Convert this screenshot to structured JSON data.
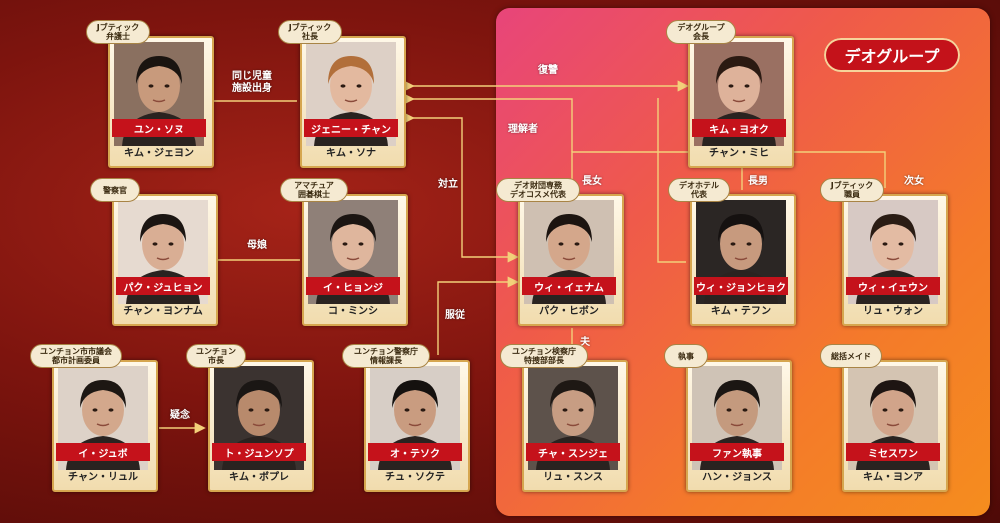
{
  "group_label": "デオグループ",
  "characters": [
    {
      "id": "yun",
      "role": "ユン・ソヌ",
      "actor": "キム・ジェヨン",
      "badge": [
        "Jブティック",
        "弁護士"
      ]
    },
    {
      "id": "jenny",
      "role": "ジェニー・チャン",
      "actor": "キム・ソナ",
      "badge": [
        "Jブティック",
        "社長"
      ]
    },
    {
      "id": "kimyo",
      "role": "キム・ヨオク",
      "actor": "チャン・ミヒ",
      "badge": [
        "デオグループ",
        "会長"
      ]
    },
    {
      "id": "park",
      "role": "パク・ジュヒョン",
      "actor": "チャン・ヨンナム",
      "badge": [
        "警察官"
      ]
    },
    {
      "id": "yi",
      "role": "イ・ヒョンジ",
      "actor": "コ・ミンシ",
      "badge": [
        "アマチュア",
        "囲碁棋士"
      ]
    },
    {
      "id": "wiyn",
      "role": "ウィ・イェナム",
      "actor": "パク・ヒボン",
      "badge": [
        "デオ財団専務",
        "デオコスメ代表"
      ]
    },
    {
      "id": "wijh",
      "role": "ウィ・ジョンヒョク",
      "actor": "キム・テフン",
      "badge": [
        "デオホテル",
        "代表"
      ]
    },
    {
      "id": "wiye",
      "role": "ウィ・イェウン",
      "actor": "リュ・ウォン",
      "badge": [
        "Jブティック",
        "職員"
      ]
    },
    {
      "id": "ijubo",
      "role": "イ・ジュボ",
      "actor": "チャン・リュル",
      "badge": [
        "ユンチョン市市議会",
        "都市計画委員"
      ]
    },
    {
      "id": "todo",
      "role": "ト・ジュンソプ",
      "actor": "キム・ボプレ",
      "badge": [
        "ユンチョン",
        "市長"
      ]
    },
    {
      "id": "oh",
      "role": "オ・テソク",
      "actor": "チュ・ソクテ",
      "badge": [
        "ユンチョン警察庁",
        "情報課長"
      ]
    },
    {
      "id": "cha",
      "role": "チャ・スンジェ",
      "actor": "リュ・スンス",
      "badge": [
        "ユンチョン検察庁",
        "特捜部部長"
      ]
    },
    {
      "id": "fan",
      "role": "ファン執事",
      "actor": "ハン・ジョンス",
      "badge": [
        "執事"
      ]
    },
    {
      "id": "mise",
      "role": "ミセスワン",
      "actor": "キム・ヨンア",
      "badge": [
        "総括メイド"
      ]
    }
  ],
  "relations": [
    {
      "id": "r1",
      "label": [
        "同じ児童",
        "施設出身"
      ]
    },
    {
      "id": "r2",
      "label": [
        "復讐"
      ]
    },
    {
      "id": "r3",
      "label": [
        "理解者"
      ]
    },
    {
      "id": "r4",
      "label": [
        "対立"
      ]
    },
    {
      "id": "r5",
      "label": [
        "長女"
      ]
    },
    {
      "id": "r6",
      "label": [
        "長男"
      ]
    },
    {
      "id": "r7",
      "label": [
        "次女"
      ]
    },
    {
      "id": "r8",
      "label": [
        "母娘"
      ]
    },
    {
      "id": "r9",
      "label": [
        "服従"
      ]
    },
    {
      "id": "r10",
      "label": [
        "夫"
      ]
    },
    {
      "id": "r11",
      "label": [
        "疑念"
      ]
    }
  ],
  "colors": {
    "role_bar": "#c5121b",
    "line": "#f3d07a",
    "group_panel": "#f07a35",
    "group_label_bg": "#c4121a"
  }
}
